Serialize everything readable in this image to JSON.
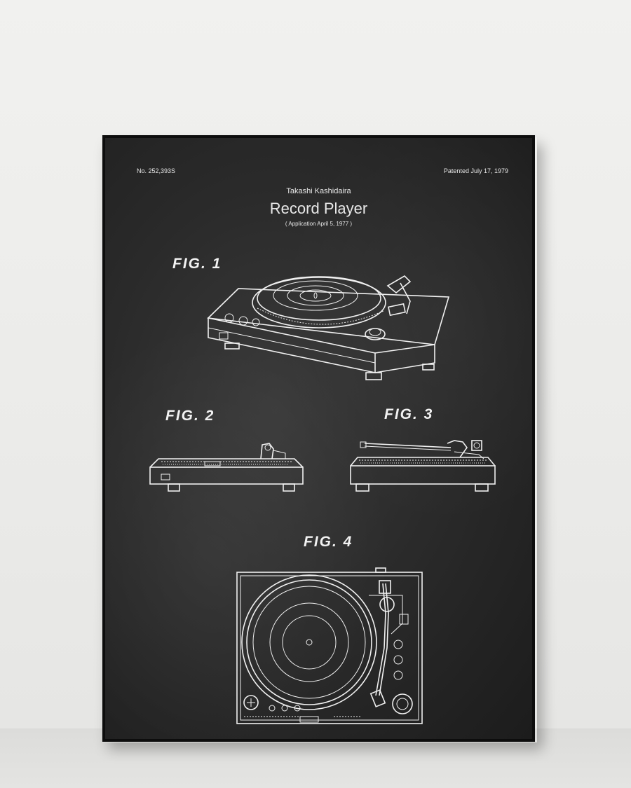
{
  "poster": {
    "patent_number": "No. 252,393S",
    "patent_date": "Patented July 17, 1979",
    "inventor": "Takashi Kashidaira",
    "title": "Record Player",
    "application": "( Application  April 5, 1977 )",
    "figures": {
      "fig1": "FIG. 1",
      "fig2": "FIG. 2",
      "fig3": "FIG. 3",
      "fig4": "FIG. 4"
    }
  },
  "colors": {
    "wall": "#ececea",
    "board": "#2b2b2b",
    "frame": "#0d0d0d",
    "chalk": "#f0f0f0"
  }
}
